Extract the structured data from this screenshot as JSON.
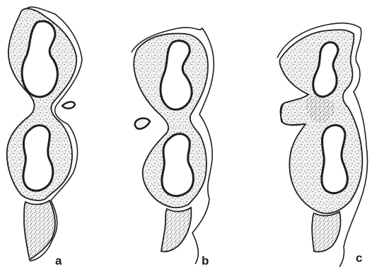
{
  "figure": {
    "panels": [
      {
        "label": "a"
      },
      {
        "label": "b"
      },
      {
        "label": "c"
      }
    ]
  },
  "colors": {
    "ink": "#1e1e1e",
    "tissue_fill": "#f1f1f1",
    "stipple": "#2a2a2a",
    "background": "#ffffff"
  }
}
